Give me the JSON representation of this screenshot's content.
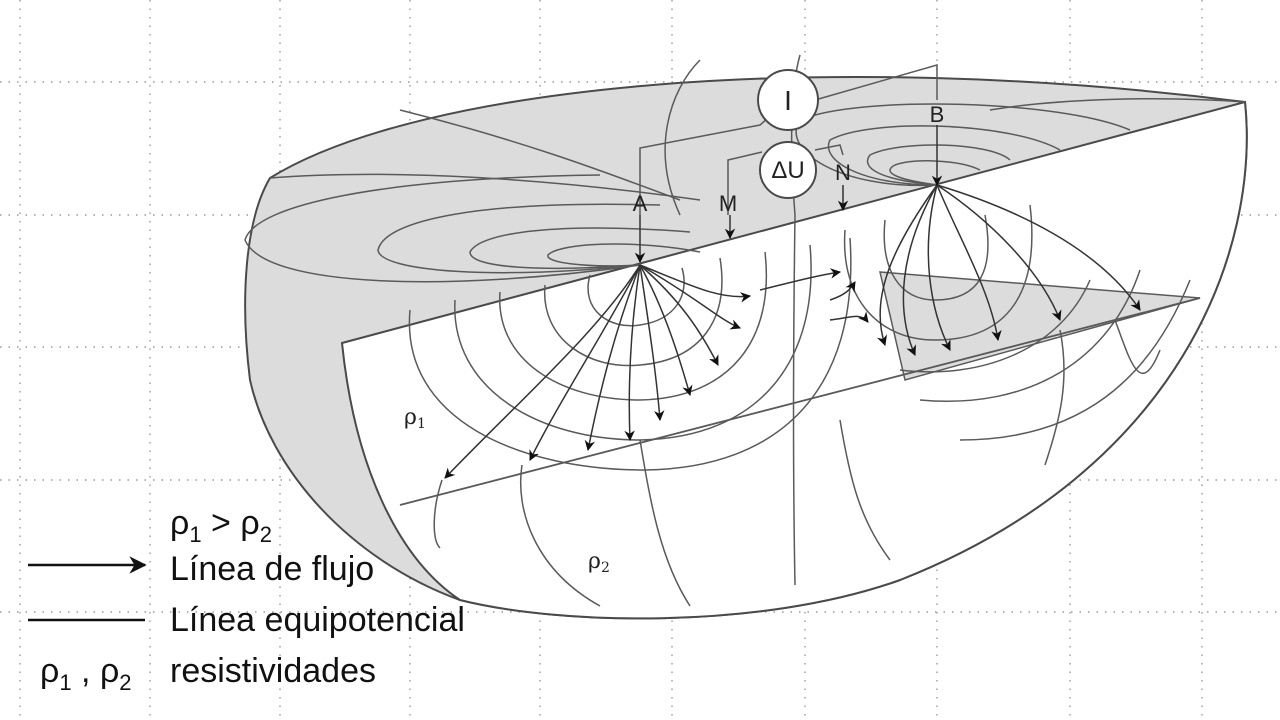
{
  "diagram": {
    "current_source": "I",
    "voltmeter": "ΔU",
    "electrodes": {
      "a": "A",
      "b": "B",
      "m": "M",
      "n": "N"
    },
    "layers": {
      "upper": "ρ",
      "upper_sub": "1",
      "lower": "ρ",
      "lower_sub": "2"
    }
  },
  "legend": {
    "relation": {
      "left": "ρ",
      "left_sub": "1",
      "op": " > ",
      "right": "ρ",
      "right_sub": "2"
    },
    "flow_line": "Línea de flujo",
    "equipotential_line": "Línea equipotencial",
    "symbols": {
      "a": "ρ",
      "a_sub": "1",
      "sep": " , ",
      "b": "ρ",
      "b_sub": "2"
    },
    "symbols_label": "resistividades"
  },
  "colors": {
    "fill": "#dcdcdc",
    "line": "#5a5a5a",
    "arrow": "#111111",
    "grid": "#9a9a9a"
  }
}
